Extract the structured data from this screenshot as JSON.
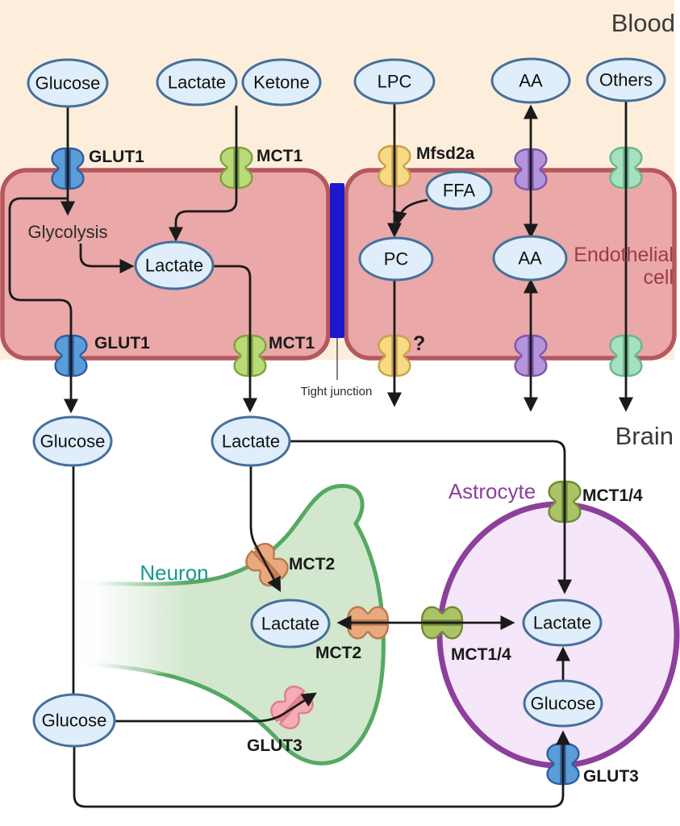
{
  "regions": {
    "blood": "Blood",
    "brain": "Brain"
  },
  "cells": {
    "endothelial": {
      "label_line1": "Endothelial",
      "label_line2": "cell"
    },
    "neuron": {
      "label": "Neuron"
    },
    "astrocyte": {
      "label": "Astrocyte"
    }
  },
  "tight_junction": {
    "label": "Tight junction"
  },
  "molecules": {
    "blood": {
      "glucose": "Glucose",
      "lactate": "Lactate",
      "ketone": "Ketone",
      "lpc": "LPC",
      "aa": "AA",
      "others": "Others"
    },
    "endothelial": {
      "glycolysis": "Glycolysis",
      "lactate": "Lactate",
      "ffa": "FFA",
      "pc": "PC",
      "aa": "AA"
    },
    "brain": {
      "glucose": "Glucose",
      "lactate": "Lactate"
    },
    "neuron": {
      "lactate": "Lactate"
    },
    "astrocyte": {
      "lactate": "Lactate",
      "glucose": "Glucose"
    },
    "interstitial": {
      "glucose": "Glucose"
    }
  },
  "transporters": {
    "glut1_luminal": "GLUT1",
    "mct1_luminal": "MCT1",
    "mfsd2a": "Mfsd2a",
    "glut1_abluminal": "GLUT1",
    "mct1_abluminal": "MCT1",
    "unknown": "?",
    "mct2_upper": "MCT2",
    "mct2_synaptic": "MCT2",
    "mct14_top": "MCT1/4",
    "mct14_side": "MCT1/4",
    "glut3_neuron": "GLUT3",
    "glut3_astrocyte": "GLUT3"
  },
  "colors": {
    "blood_background": "#fdeedc",
    "endothelial_fill": "#eaa8a8",
    "endothelial_stroke": "#b5575e",
    "endothelial_label": "#9c3c45",
    "tight_junction": "#1d18cf",
    "metabolite_fill": "#e0eefb",
    "metabolite_stroke": "#45709b",
    "neuron_fill": "#d2e7cd",
    "neuron_stroke": "#55a963",
    "neuron_label": "#16988f",
    "astrocyte_fill": "#f5e6f9",
    "astrocyte_stroke": "#8d3f9c",
    "astrocyte_label": "#8e3d9e",
    "glut1_blue": "#5b9dd9",
    "mct1_green": "#b9da79",
    "mfsd2a_yellow": "#f7da84",
    "aa_transporter_purple": "#b494da",
    "others_transporter_teal": "#a5e0c0",
    "mct2_orange": "#e9a87d",
    "mct14_olive": "#abc267",
    "glut3_pink": "#f7abb4",
    "arrow": "#1a1a1a"
  }
}
